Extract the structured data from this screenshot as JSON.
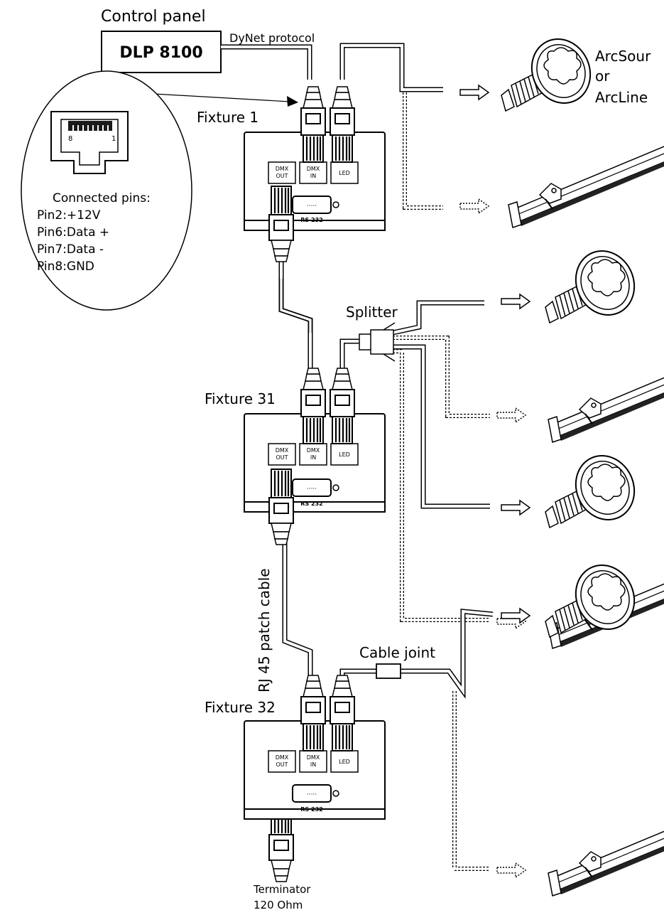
{
  "control_panel": {
    "title": "Control panel",
    "model": "DLP 8100",
    "protocol": "DyNet protocol"
  },
  "fixtures": [
    {
      "label": "Fixture 1"
    },
    {
      "label": "Fixture 31"
    },
    {
      "label": "Fixture 32"
    }
  ],
  "ports": {
    "dmx_out_1": "DMX",
    "dmx_out_2": "OUT",
    "dmx_in_1": "DMX",
    "dmx_in_2": "IN",
    "led": "LED",
    "serial": "RS 232"
  },
  "connector_inset": {
    "pin_left": "8",
    "pin_right": "1",
    "heading": "Connected pins:",
    "pins": [
      "Pin2:+12V",
      "Pin6:Data +",
      "Pin7:Data -",
      "Pin8:GND"
    ]
  },
  "lights": {
    "line1": "ArcSour",
    "line2": "or",
    "line3": "ArcLine"
  },
  "splitter": "Splitter",
  "cable_joint": "Cable joint",
  "patch_cable": "RJ 45 patch cable",
  "terminator": {
    "line1": "Terminator",
    "line2": "120 Ohm"
  }
}
